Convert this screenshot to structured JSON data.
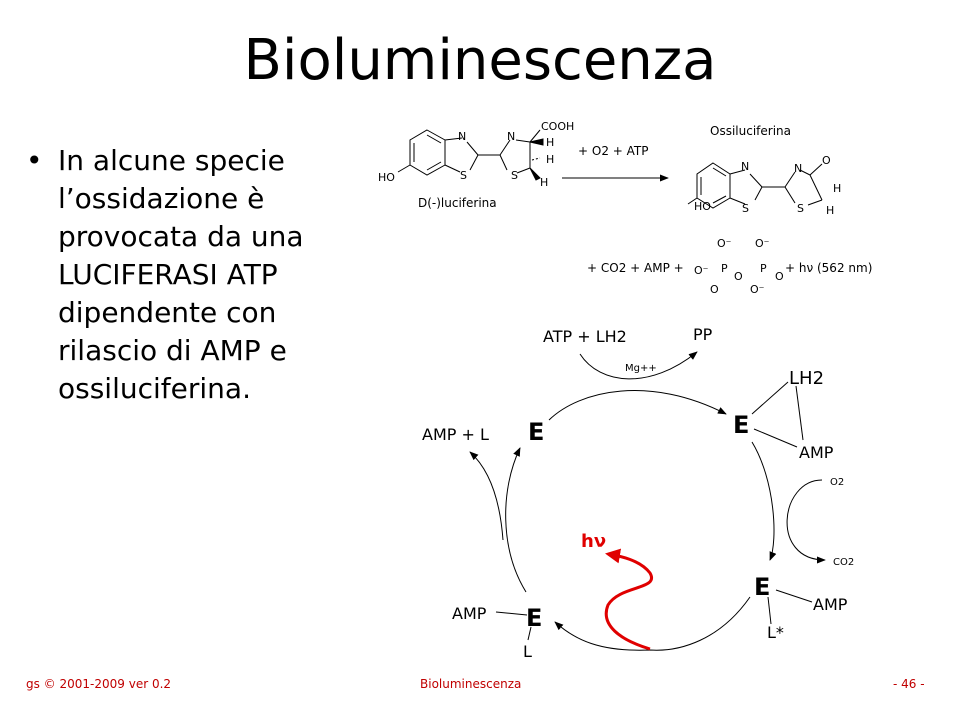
{
  "title": "Bioluminescenza",
  "bullet": {
    "symbol": "•",
    "text": "In alcune specie l’ossidazione è provocata da una LUCIFERASI ATP dipendente con rilascio di AMP e ossiluciferina."
  },
  "reaction": {
    "luciferin_label": "D(-)luciferina",
    "oxyluciferin_label": "Ossiluciferina",
    "reagents": "+ O2 + ATP",
    "products": "+ CO2 + AMP +",
    "light": "+ hν (562 nm)",
    "atoms": {
      "N": "N",
      "S": "S",
      "HO": "HO",
      "H": "H",
      "COOH": "COOH",
      "O": "O",
      "P": "P",
      "Ominus": "O⁻"
    }
  },
  "cycle": {
    "atp_lh2": "ATP + LH2",
    "pp": "PP",
    "mg": "Mg++",
    "enzyme": "E",
    "lh2": "LH2",
    "amp": "AMP",
    "o2": "O2",
    "co2": "CO2",
    "lstar": "L*",
    "l": "L",
    "amp_plus_l": "AMP + L",
    "hv": "hν",
    "hv_color": "#e00000"
  },
  "footer": {
    "left": "gs © 2001-2009 ver 0.2",
    "center": "Bioluminescenza",
    "right": "- 46 -",
    "color": "#c00000"
  }
}
